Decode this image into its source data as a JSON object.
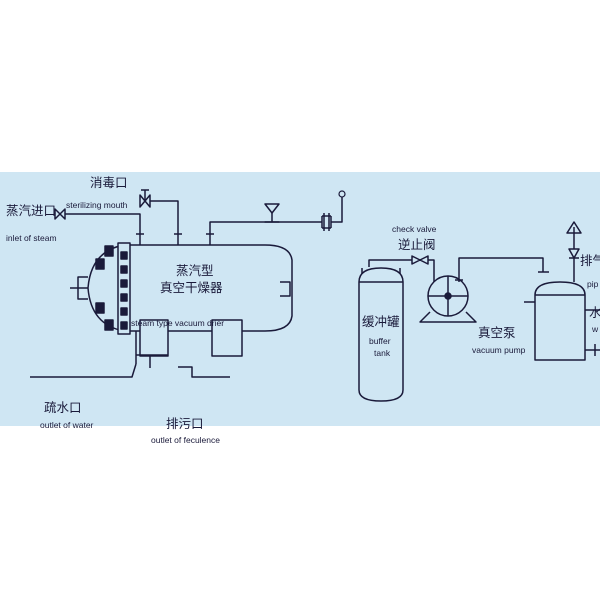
{
  "colors": {
    "background": "#cfe6f3",
    "line": "#1a1a3a",
    "text": "#1a1a3a"
  },
  "labels": {
    "sterilizing_cn": "消毒口",
    "sterilizing_en": "sterilizing mouth",
    "steam_inlet_cn": "蒸汽进口",
    "steam_inlet_en": "inlet of steam",
    "drier_cn_1": "蒸汽型",
    "drier_cn_2": "真空干燥器",
    "drier_en": "steam type vacuum drier",
    "water_outlet_cn": "疏水口",
    "water_outlet_en": "outlet of water",
    "feculence_cn": "排污口",
    "feculence_en": "outlet of feculence",
    "buffer_cn": "缓冲罐",
    "buffer_en_1": "buffer",
    "buffer_en_2": "tank",
    "check_valve_en": "check valve",
    "check_valve_cn": "逆止阀",
    "pump_cn": "真空泵",
    "pump_en": "vacuum pump",
    "exhaust_cn_partial": "排气",
    "pipe_partial": "pip",
    "water_tank_cn_partial": "水",
    "water_tank_en_partial": "w"
  }
}
